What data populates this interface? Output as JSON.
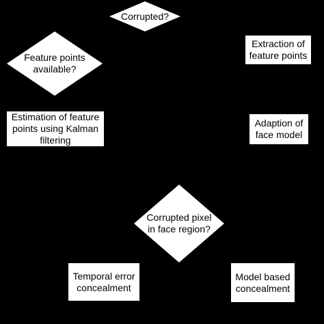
{
  "colors": {
    "background": "#000000",
    "shape_fill": "#ffffff",
    "text": "#000000"
  },
  "decisions": {
    "corrupted": "Corrupted?",
    "feature_points_available": "Feature points\navailable?",
    "corrupted_pixel_face": "Corrupted pixel\nin face region?"
  },
  "processes": {
    "extraction": "Extraction of\nfeature points",
    "estimation": "Estimation of feature\npoints using Kalman\nfiltering",
    "adaption": "Adaption of\nface model",
    "temporal": "Temporal error\nconcealment",
    "model_based": "Model based\nconcealment"
  }
}
